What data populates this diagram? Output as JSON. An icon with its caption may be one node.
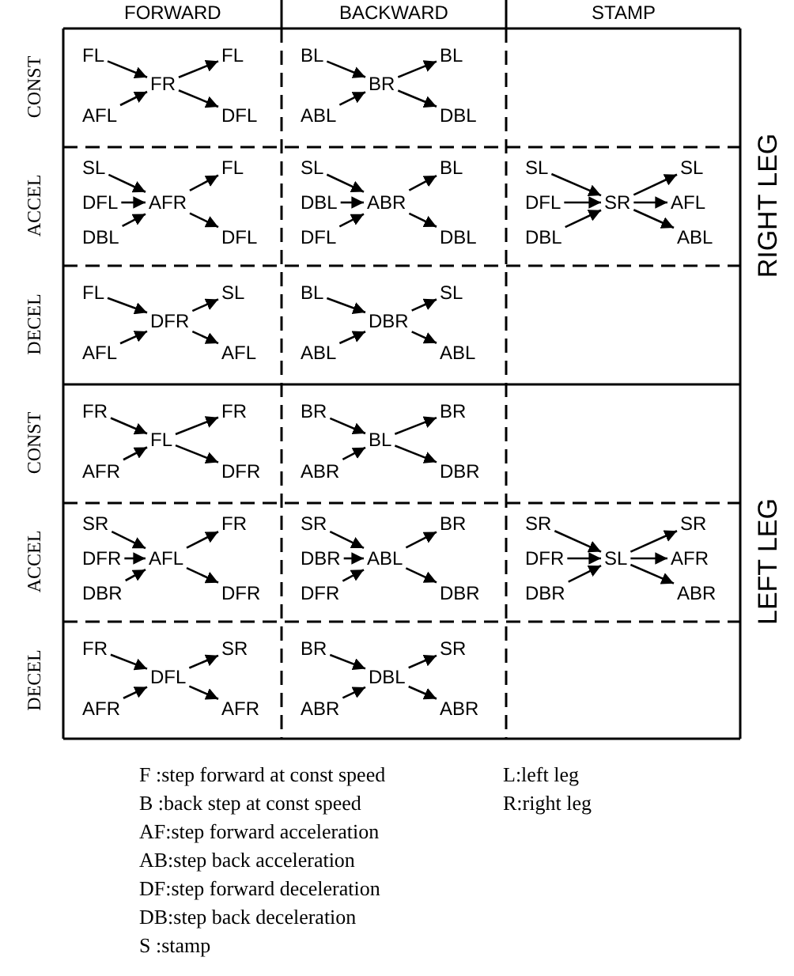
{
  "diagram": {
    "nodes": [
      {
        "text": [
          "FL"
        ]
      },
      {
        "text": [
          "FL"
        ]
      },
      {
        "text": [
          "FR"
        ]
      },
      {
        "text": [
          "AFL"
        ]
      },
      {
        "text": [
          "DFL"
        ]
      },
      {
        "text": [
          "BL"
        ]
      },
      {
        "text": [
          "BL"
        ]
      },
      {
        "text": [
          "BR"
        ]
      },
      {
        "text": [
          "ABL"
        ]
      },
      {
        "text": [
          "DBL"
        ]
      },
      {
        "text": [
          "SL"
        ]
      },
      {
        "text": [
          "FL"
        ]
      },
      {
        "text": [
          "DFL"
        ]
      },
      {
        "text": [
          "AFR"
        ]
      },
      {
        "text": [
          "DBL"
        ]
      },
      {
        "text": [
          "DFL"
        ]
      },
      {
        "text": [
          "SL"
        ]
      },
      {
        "text": [
          "BL"
        ]
      },
      {
        "text": [
          "DBL"
        ]
      },
      {
        "text": [
          "ABR"
        ]
      },
      {
        "text": [
          "DFL"
        ]
      },
      {
        "text": [
          "DBL"
        ]
      },
      {
        "text": [
          "SL"
        ]
      },
      {
        "text": [
          "SL"
        ]
      },
      {
        "text": [
          "DFL"
        ]
      },
      {
        "text": [
          "SR"
        ]
      },
      {
        "text": [
          "AFL"
        ]
      },
      {
        "text": [
          "DBL"
        ]
      },
      {
        "text": [
          "ABL"
        ]
      },
      {
        "text": [
          "FL"
        ]
      },
      {
        "text": [
          "SL"
        ]
      },
      {
        "text": [
          "DFR"
        ]
      },
      {
        "text": [
          "AFL"
        ]
      },
      {
        "text": [
          "AFL"
        ]
      },
      {
        "text": [
          "BL"
        ]
      },
      {
        "text": [
          "SL"
        ]
      },
      {
        "text": [
          "DBR"
        ]
      },
      {
        "text": [
          "ABL"
        ]
      },
      {
        "text": [
          "ABL"
        ]
      },
      {
        "text": [
          "FR"
        ]
      },
      {
        "text": [
          "FR"
        ]
      },
      {
        "text": [
          "FL"
        ]
      },
      {
        "text": [
          "AFR"
        ]
      },
      {
        "text": [
          "DFR"
        ]
      },
      {
        "text": [
          "BR"
        ]
      },
      {
        "text": [
          "BR"
        ]
      },
      {
        "text": [
          "BL"
        ]
      },
      {
        "text": [
          "ABR"
        ]
      },
      {
        "text": [
          "DBR"
        ]
      },
      {
        "text": [
          "SR"
        ]
      },
      {
        "text": [
          "FR"
        ]
      },
      {
        "text": [
          "DFR"
        ]
      },
      {
        "text": [
          "AFL"
        ]
      },
      {
        "text": [
          "DBR"
        ]
      },
      {
        "text": [
          "DFR"
        ]
      },
      {
        "text": [
          "SR"
        ]
      },
      {
        "text": [
          "BR"
        ]
      },
      {
        "text": [
          "DBR"
        ]
      },
      {
        "text": [
          "ABL"
        ]
      },
      {
        "text": [
          "DFR"
        ]
      },
      {
        "text": [
          "DBR"
        ]
      },
      {
        "text": [
          "SR"
        ]
      },
      {
        "text": [
          "SR"
        ]
      },
      {
        "text": [
          "DFR"
        ]
      },
      {
        "text": [
          "SL"
        ]
      },
      {
        "text": [
          "AFR"
        ]
      },
      {
        "text": [
          "DBR"
        ]
      },
      {
        "text": [
          "ABR"
        ]
      },
      {
        "text": [
          "FR"
        ]
      },
      {
        "text": [
          "SR"
        ]
      },
      {
        "text": [
          "DFL"
        ]
      },
      {
        "text": [
          "AFR"
        ]
      },
      {
        "text": [
          "AFR"
        ]
      },
      {
        "text": [
          "BR"
        ]
      },
      {
        "text": [
          "SR"
        ]
      },
      {
        "text": [
          "DBL"
        ]
      },
      {
        "text": [
          "ABR"
        ]
      },
      {
        "text": [
          "ABR"
        ]
      }
    ],
    "edges": [
      {
        "from": 0,
        "to": 2,
        "arrow": "to"
      },
      {
        "from": 3,
        "to": 2,
        "arrow": "to"
      },
      {
        "from": 2,
        "to": 1,
        "arrow": "to"
      },
      {
        "from": 2,
        "to": 4,
        "arrow": "to"
      },
      {
        "from": 5,
        "to": 7,
        "arrow": "to"
      },
      {
        "from": 8,
        "to": 7,
        "arrow": "to"
      },
      {
        "from": 7,
        "to": 6,
        "arrow": "to"
      },
      {
        "from": 7,
        "to": 9,
        "arrow": "to"
      },
      {
        "from": 10,
        "to": 13,
        "arrow": "to"
      },
      {
        "from": 12,
        "to": 13,
        "arrow": "to"
      },
      {
        "from": 14,
        "to": 13,
        "arrow": "to"
      },
      {
        "from": 13,
        "to": 11,
        "arrow": "to"
      },
      {
        "from": 13,
        "to": 15,
        "arrow": "to"
      },
      {
        "from": 16,
        "to": 19,
        "arrow": "to"
      },
      {
        "from": 18,
        "to": 19,
        "arrow": "to"
      },
      {
        "from": 20,
        "to": 19,
        "arrow": "to"
      },
      {
        "from": 19,
        "to": 17,
        "arrow": "to"
      },
      {
        "from": 19,
        "to": 21,
        "arrow": "to"
      },
      {
        "from": 22,
        "to": 25,
        "arrow": "to"
      },
      {
        "from": 24,
        "to": 25,
        "arrow": "to"
      },
      {
        "from": 27,
        "to": 25,
        "arrow": "to"
      },
      {
        "from": 25,
        "to": 23,
        "arrow": "to"
      },
      {
        "from": 25,
        "to": 26,
        "arrow": "to"
      },
      {
        "from": 25,
        "to": 28,
        "arrow": "to"
      },
      {
        "from": 29,
        "to": 31,
        "arrow": "to"
      },
      {
        "from": 32,
        "to": 31,
        "arrow": "to"
      },
      {
        "from": 31,
        "to": 30,
        "arrow": "to"
      },
      {
        "from": 31,
        "to": 33,
        "arrow": "to"
      },
      {
        "from": 34,
        "to": 36,
        "arrow": "to"
      },
      {
        "from": 37,
        "to": 36,
        "arrow": "to"
      },
      {
        "from": 36,
        "to": 35,
        "arrow": "to"
      },
      {
        "from": 36,
        "to": 38,
        "arrow": "to"
      },
      {
        "from": 39,
        "to": 41,
        "arrow": "to"
      },
      {
        "from": 42,
        "to": 41,
        "arrow": "to"
      },
      {
        "from": 41,
        "to": 40,
        "arrow": "to"
      },
      {
        "from": 41,
        "to": 43,
        "arrow": "to"
      },
      {
        "from": 44,
        "to": 46,
        "arrow": "to"
      },
      {
        "from": 47,
        "to": 46,
        "arrow": "to"
      },
      {
        "from": 46,
        "to": 45,
        "arrow": "to"
      },
      {
        "from": 46,
        "to": 48,
        "arrow": "to"
      },
      {
        "from": 49,
        "to": 52,
        "arrow": "to"
      },
      {
        "from": 51,
        "to": 52,
        "arrow": "to"
      },
      {
        "from": 53,
        "to": 52,
        "arrow": "to"
      },
      {
        "from": 52,
        "to": 50,
        "arrow": "to"
      },
      {
        "from": 52,
        "to": 54,
        "arrow": "to"
      },
      {
        "from": 55,
        "to": 58,
        "arrow": "to"
      },
      {
        "from": 57,
        "to": 58,
        "arrow": "to"
      },
      {
        "from": 59,
        "to": 58,
        "arrow": "to"
      },
      {
        "from": 58,
        "to": 56,
        "arrow": "to"
      },
      {
        "from": 58,
        "to": 60,
        "arrow": "to"
      },
      {
        "from": 61,
        "to": 64,
        "arrow": "to"
      },
      {
        "from": 63,
        "to": 64,
        "arrow": "to"
      },
      {
        "from": 66,
        "to": 64,
        "arrow": "to"
      },
      {
        "from": 64,
        "to": 62,
        "arrow": "to"
      },
      {
        "from": 64,
        "to": 65,
        "arrow": "to"
      },
      {
        "from": 64,
        "to": 67,
        "arrow": "to"
      },
      {
        "from": 68,
        "to": 70,
        "arrow": "to"
      },
      {
        "from": 71,
        "to": 70,
        "arrow": "to"
      },
      {
        "from": 70,
        "to": 69,
        "arrow": "to"
      },
      {
        "from": 70,
        "to": 72,
        "arrow": "to"
      },
      {
        "from": 73,
        "to": 75,
        "arrow": "to"
      },
      {
        "from": 76,
        "to": 75,
        "arrow": "to"
      },
      {
        "from": 75,
        "to": 74,
        "arrow": "to"
      },
      {
        "from": 75,
        "to": 77,
        "arrow": "to"
      }
    ],
    "labels": [
      "FORWARD",
      "BACKWARD",
      "STAMP",
      "CONST",
      "ACCEL",
      "DECEL",
      "CONST",
      "ACCEL",
      "DECEL",
      "RIGHT LEG",
      "LEFT LEG",
      "F :step forward at const speed",
      "L:left leg",
      "B :back step at const speed",
      "R:right leg",
      "AF:step forward acceleration",
      "AB:step back acceleration",
      "DF:step forward deceleration",
      "DB:step back deceleration",
      "S :stamp"
    ]
  }
}
